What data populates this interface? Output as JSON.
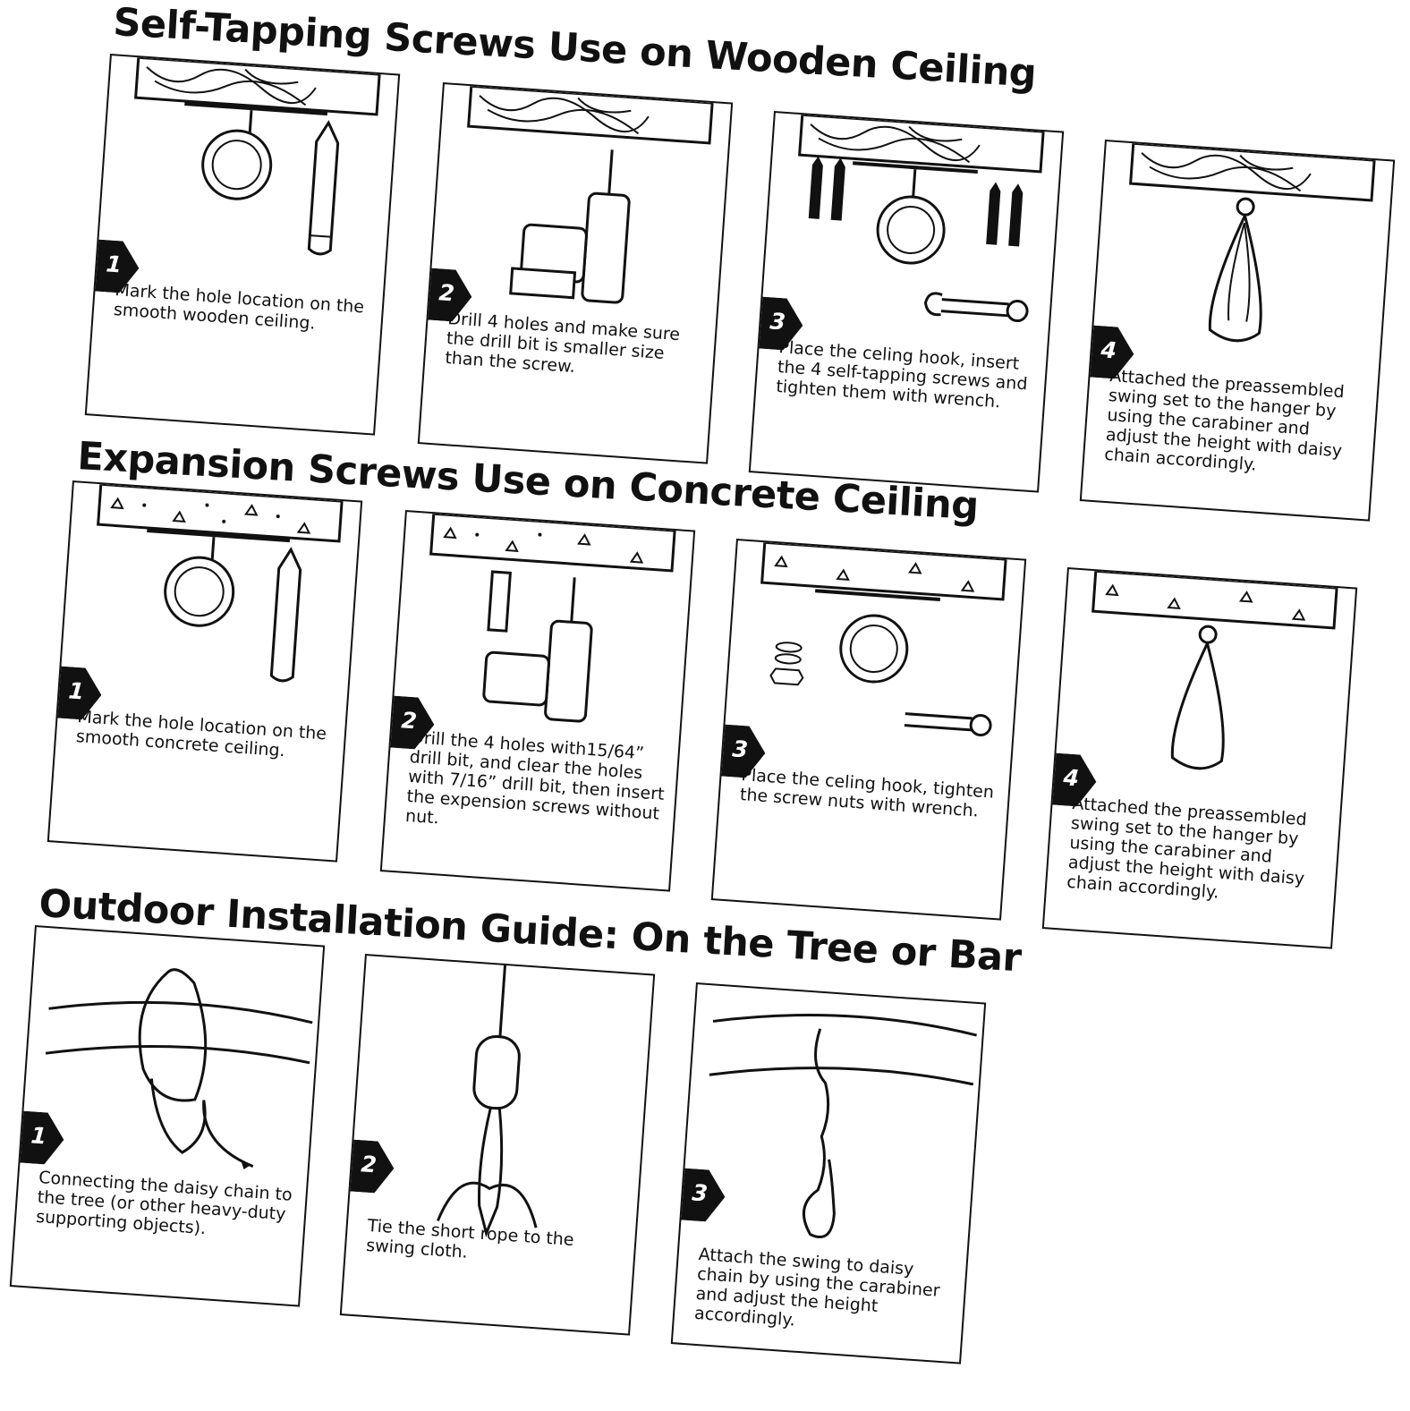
{
  "sections": [
    {
      "title": "Self-Tapping Screws Use on Wooden Ceiling",
      "steps": [
        {
          "num": "1",
          "text": "Mark the hole location on the smooth wooden ceiling."
        },
        {
          "num": "2",
          "text": "Drill 4 holes and make sure the drill bit is smaller size than the screw."
        },
        {
          "num": "3",
          "text": "Place the celing hook, insert the 4 self-tapping screws and tighten them with wrench."
        },
        {
          "num": "4",
          "text": "Attached the preassembled swing set to the hanger by using the carabiner and adjust the height with daisy chain accordingly."
        }
      ]
    },
    {
      "title": "Expansion Screws Use on Concrete Ceiling",
      "steps": [
        {
          "num": "1",
          "text": "Mark the hole location on the smooth concrete ceiling."
        },
        {
          "num": "2",
          "text": "Drill the 4 holes with15/64” drill bit, and clear the holes with 7/16” drill bit, then insert the expension screws without nut."
        },
        {
          "num": "3",
          "text": "Place the celing hook, tighten the screw nuts with wrench."
        },
        {
          "num": "4",
          "text": "Attached the preassembled swing set to the hanger by using the carabiner and adjust the height with daisy chain accordingly."
        }
      ]
    },
    {
      "title": "Outdoor Installation Guide: On the Tree or Bar",
      "steps": [
        {
          "num": "1",
          "text": "Connecting the daisy chain to the tree (or other heavy-duty supporting objects)."
        },
        {
          "num": "2",
          "text": "Tie the short rope to the swing cloth."
        },
        {
          "num": "3",
          "text": "Attach the swing to daisy chain by using the carabiner and adjust the height accordingly."
        }
      ]
    }
  ],
  "colors": {
    "ink": "#111111",
    "background": "#ffffff"
  },
  "icons": [
    "wood-ceiling-icon",
    "concrete-ceiling-icon",
    "ceiling-hook-icon",
    "pencil-icon",
    "drill-icon",
    "screw-icon",
    "wrench-icon",
    "expansion-anchor-icon",
    "nut-washer-icon",
    "swing-icon",
    "tree-branch-icon",
    "carabiner-icon",
    "daisy-chain-icon"
  ]
}
